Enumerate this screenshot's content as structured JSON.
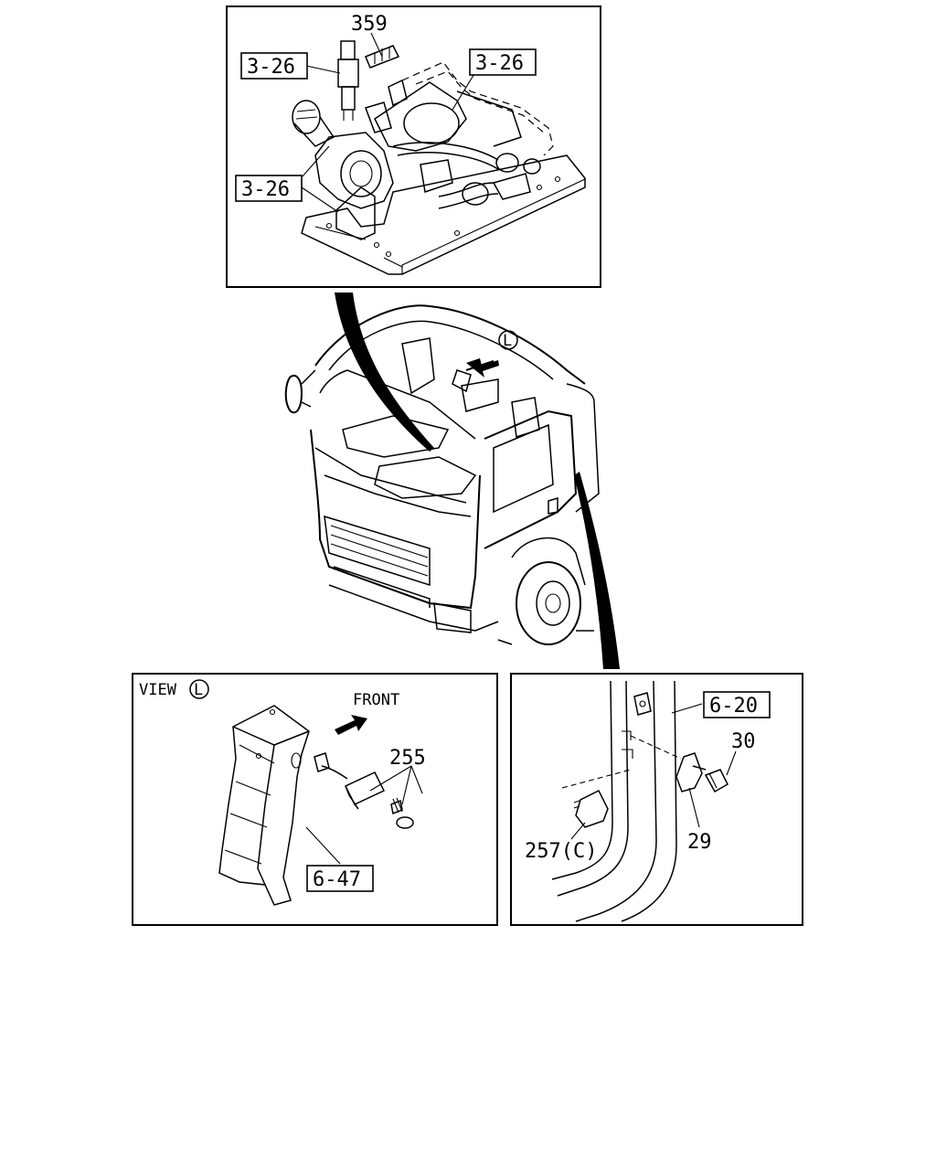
{
  "diagram": {
    "top_panel": {
      "callouts": {
        "c359": "359",
        "ref_left_top": "3-26",
        "ref_right_top": "3-26",
        "ref_left_bottom": "3-26"
      }
    },
    "truck": {
      "view_marker": "L"
    },
    "view_panel": {
      "view_label": "VIEW",
      "view_marker": "L",
      "front_label": "FRONT",
      "callouts": {
        "c255": "255",
        "ref": "6-47"
      }
    },
    "door_panel": {
      "callouts": {
        "ref": "6-20",
        "c30": "30",
        "c29": "29",
        "c257": "257(C)"
      }
    }
  }
}
